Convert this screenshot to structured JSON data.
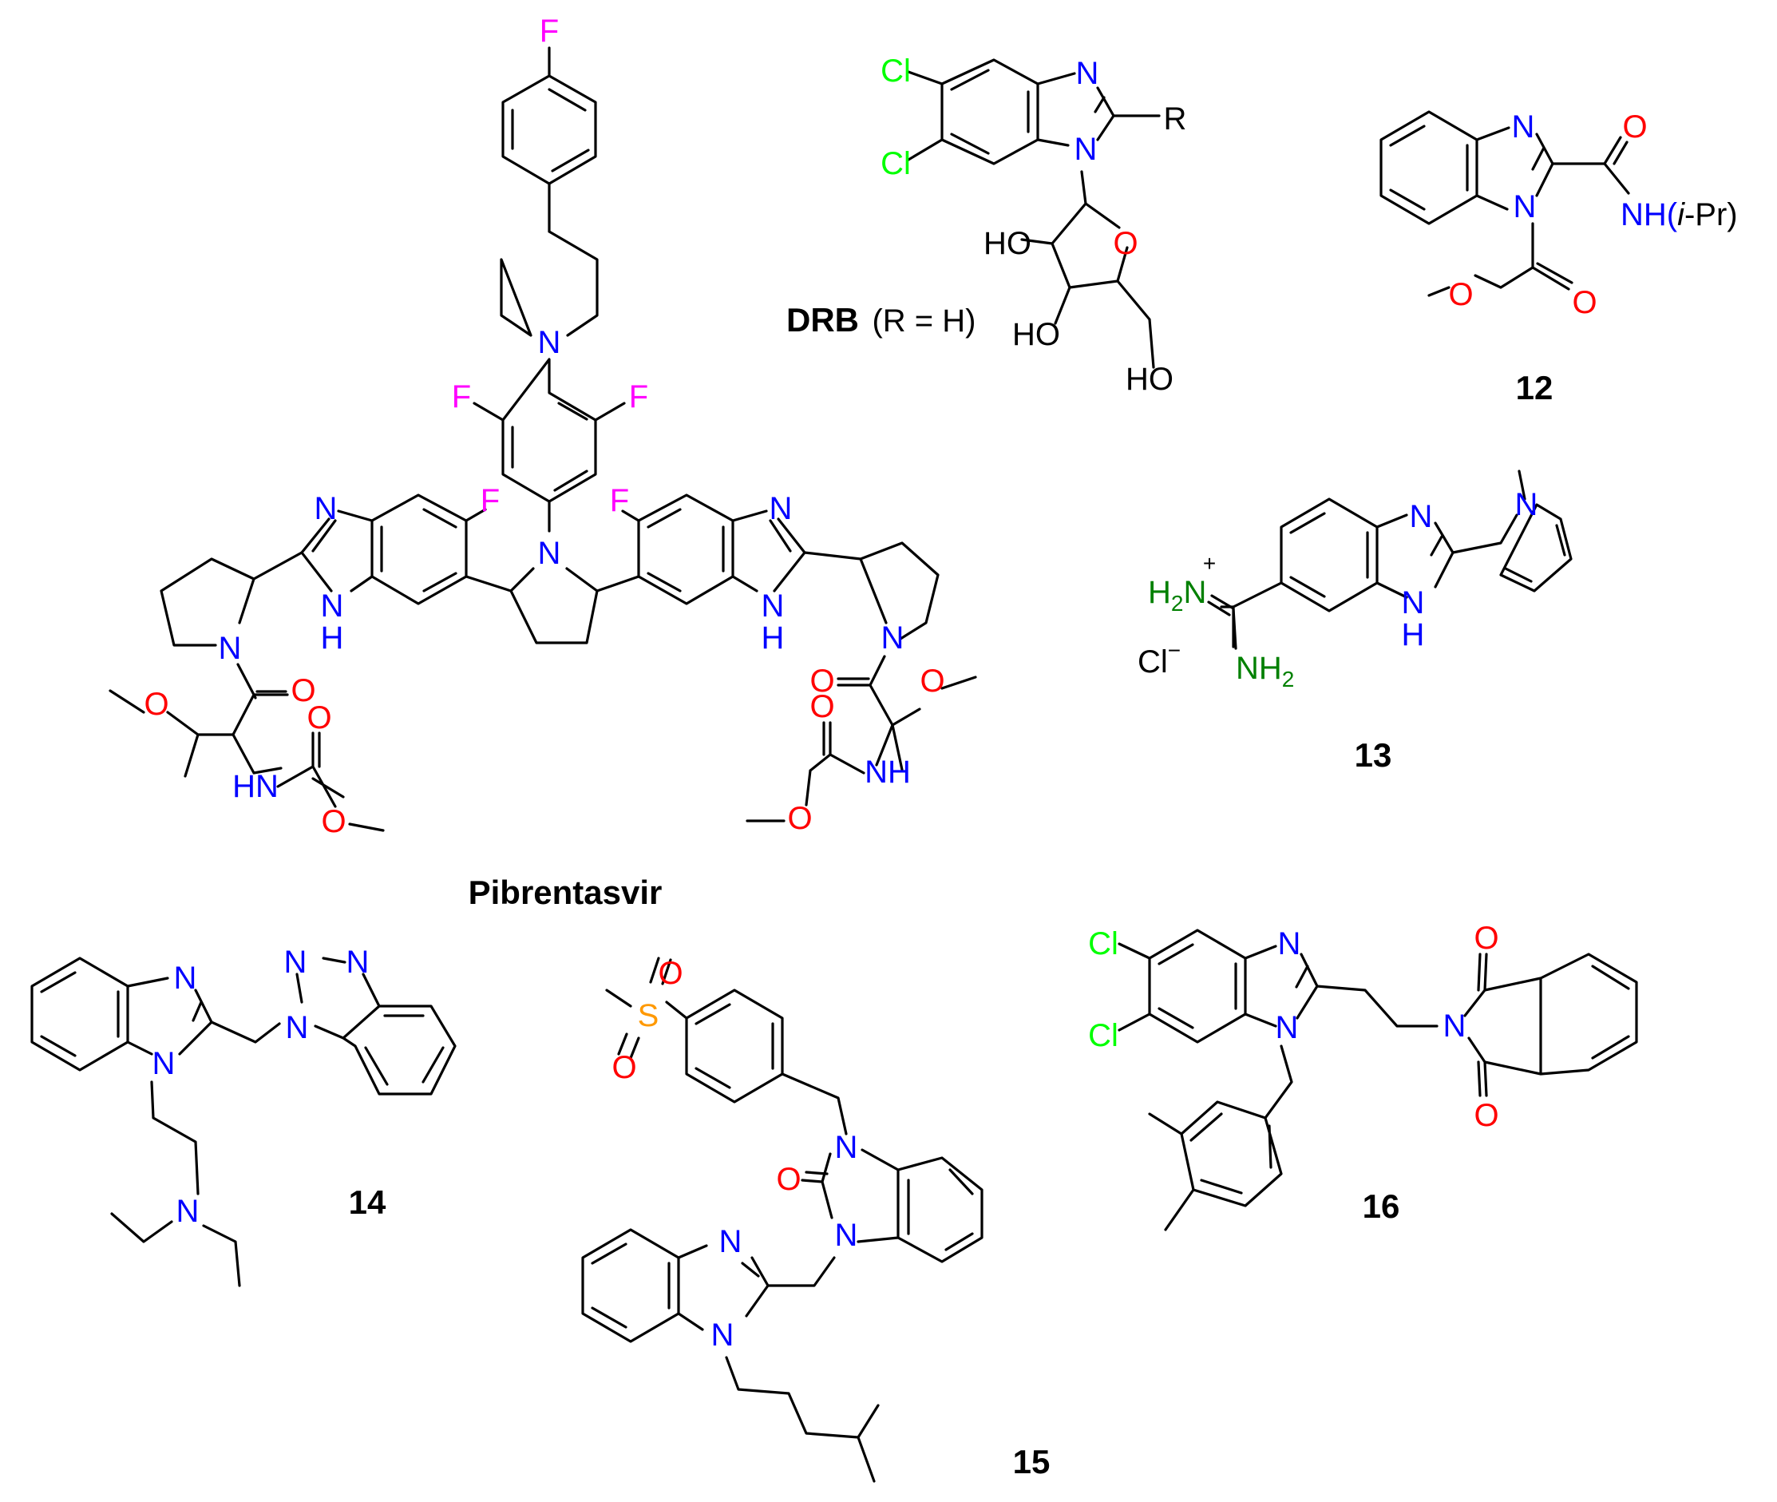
{
  "colors": {
    "bond": "#000000",
    "N": "#0000ff",
    "O": "#ff0000",
    "F": "#ff00ff",
    "Cl": "#00ff00",
    "S": "#ff9900",
    "amidine_N": "#008000",
    "label": "#000000"
  },
  "compounds": {
    "pibrentasvir": {
      "name": "Pibrentasvir",
      "atoms": {
        "F_top": "F",
        "N_pip": "N",
        "F_left": "F",
        "F_right": "F",
        "N_center": "N",
        "F_bzl": "F",
        "F_bzr": "F",
        "N_imL": "N",
        "NH_L": "N",
        "H_L": "H",
        "N_imR": "N",
        "NH_R": "N",
        "H_R": "H",
        "N_proL": "N",
        "N_proR": "N",
        "O_amL": "O",
        "O_amR": "O",
        "O_meL": "O",
        "O_meR": "O",
        "HN_L": "HN",
        "NH_Rc": "NH",
        "O_cL1": "O",
        "O_cL2": "O",
        "O_cR1": "O",
        "O_cR2": "O"
      }
    },
    "drb": {
      "name": "DRB",
      "note": "(R = H)",
      "atoms": {
        "Cl1": "Cl",
        "Cl2": "Cl",
        "N3": "N",
        "N1": "N",
        "R": "R",
        "O_ring": "O",
        "HO_a": "HO",
        "HO_b": "HO",
        "HO_c": "HO"
      }
    },
    "c12": {
      "name": "12",
      "atoms": {
        "N3": "N",
        "N1": "N",
        "O_am": "O",
        "NH": "NH(",
        "iPr_i": "i",
        "iPr_rest": "-Pr)",
        "O_est": "O",
        "O_co": "O"
      }
    },
    "c13": {
      "name": "13",
      "atoms": {
        "N3": "N",
        "NH": "N",
        "H": "H",
        "N_pyr": "N",
        "H2N": "H",
        "H2N_sub": "2",
        "H2N_N": "N",
        "plus": "+",
        "NH2": "NH",
        "NH2_sub": "2",
        "Cl": "Cl",
        "minus": "−"
      }
    },
    "c14": {
      "name": "14",
      "atoms": {
        "N3": "N",
        "N1": "N",
        "Nb1": "N",
        "Nb2": "N",
        "Nb3": "N",
        "Namine": "N"
      }
    },
    "c15": {
      "name": "15",
      "atoms": {
        "S": "S",
        "O1": "O",
        "O2": "O",
        "O_urea": "O",
        "N_u1": "N",
        "N_u2": "N",
        "N3": "N",
        "N1": "N"
      }
    },
    "c16": {
      "name": "16",
      "atoms": {
        "Cl1": "Cl",
        "Cl2": "Cl",
        "N3": "N",
        "N1": "N",
        "N_im": "N",
        "O1": "O",
        "O2": "O"
      }
    }
  }
}
